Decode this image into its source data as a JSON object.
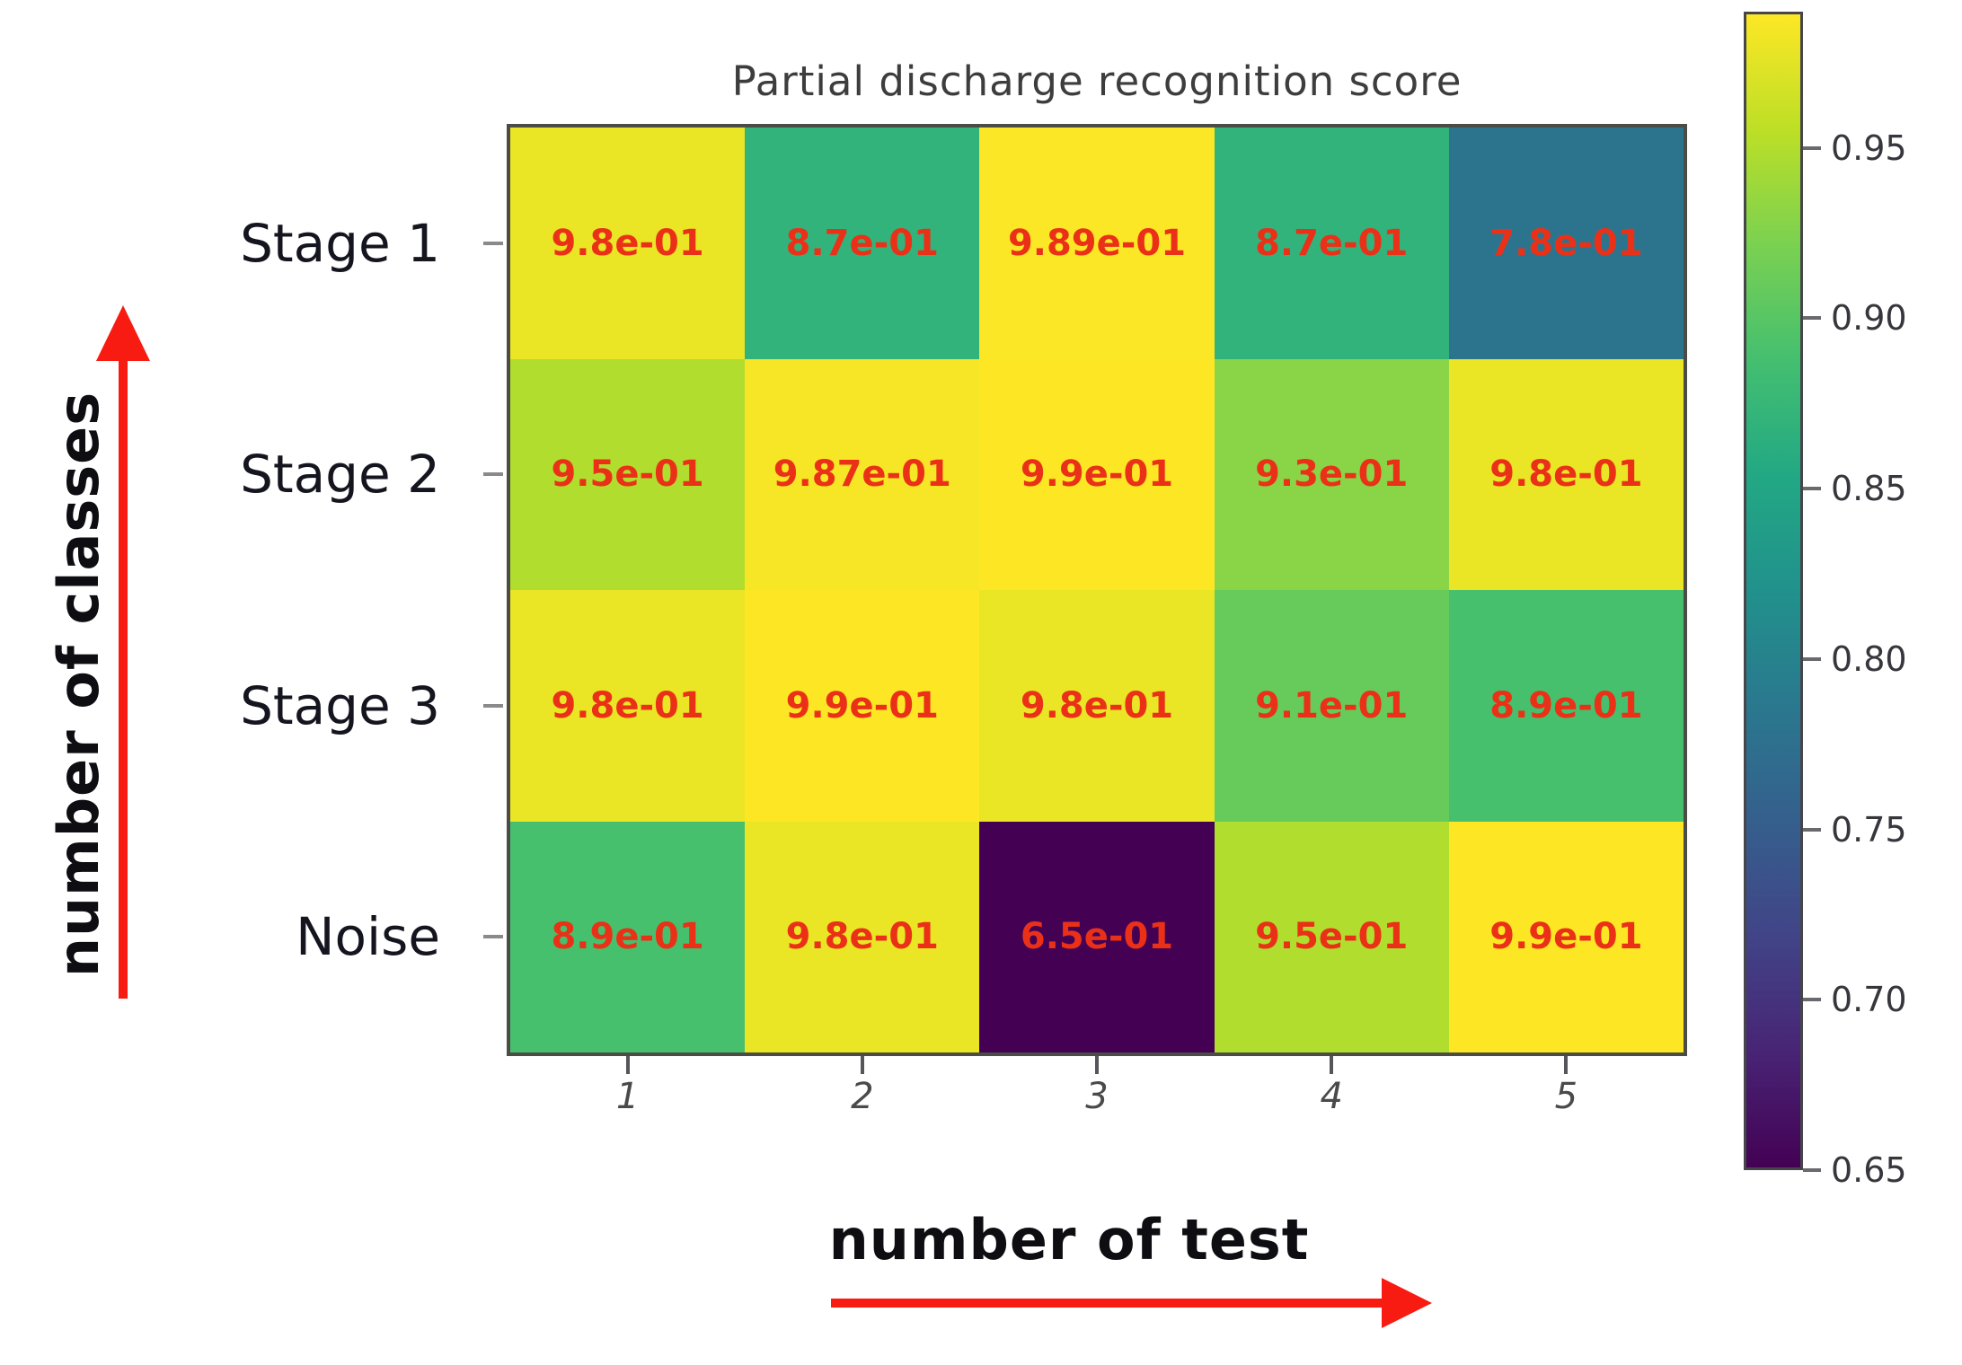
{
  "chart_data": {
    "type": "heatmap",
    "title": "Partial discharge recognition score",
    "xlabel": "number of test",
    "ylabel": "number of classes",
    "x_tick_labels": [
      "1",
      "2",
      "3",
      "4",
      "5"
    ],
    "y_tick_labels": [
      "Stage 1",
      "Stage 2",
      "Stage 3",
      "Noise"
    ],
    "values": [
      [
        0.98,
        0.87,
        0.989,
        0.87,
        0.78
      ],
      [
        0.95,
        0.987,
        0.99,
        0.93,
        0.98
      ],
      [
        0.98,
        0.99,
        0.98,
        0.91,
        0.89
      ],
      [
        0.89,
        0.98,
        0.65,
        0.95,
        0.99
      ]
    ],
    "cell_labels": [
      [
        "9.8e-01",
        "8.7e-01",
        "9.89e-01",
        "8.7e-01",
        "7.8e-01"
      ],
      [
        "9.5e-01",
        "9.87e-01",
        "9.9e-01",
        "9.3e-01",
        "9.8e-01"
      ],
      [
        "9.8e-01",
        "9.9e-01",
        "9.8e-01",
        "9.1e-01",
        "8.9e-01"
      ],
      [
        "8.9e-01",
        "9.8e-01",
        "6.5e-01",
        "9.5e-01",
        "9.9e-01"
      ]
    ],
    "colormap": "viridis",
    "vmin": 0.65,
    "vmax": 0.99,
    "colorbar_tick_labels": [
      "0.95",
      "0.90",
      "0.85",
      "0.80",
      "0.75",
      "0.70",
      "0.65"
    ],
    "colorbar_tick_values": [
      0.95,
      0.9,
      0.85,
      0.8,
      0.75,
      0.7,
      0.65
    ],
    "colorbar_position": "right",
    "grid": false,
    "annotation_color": "#ea3118",
    "arrow_color": "#f81b12"
  }
}
